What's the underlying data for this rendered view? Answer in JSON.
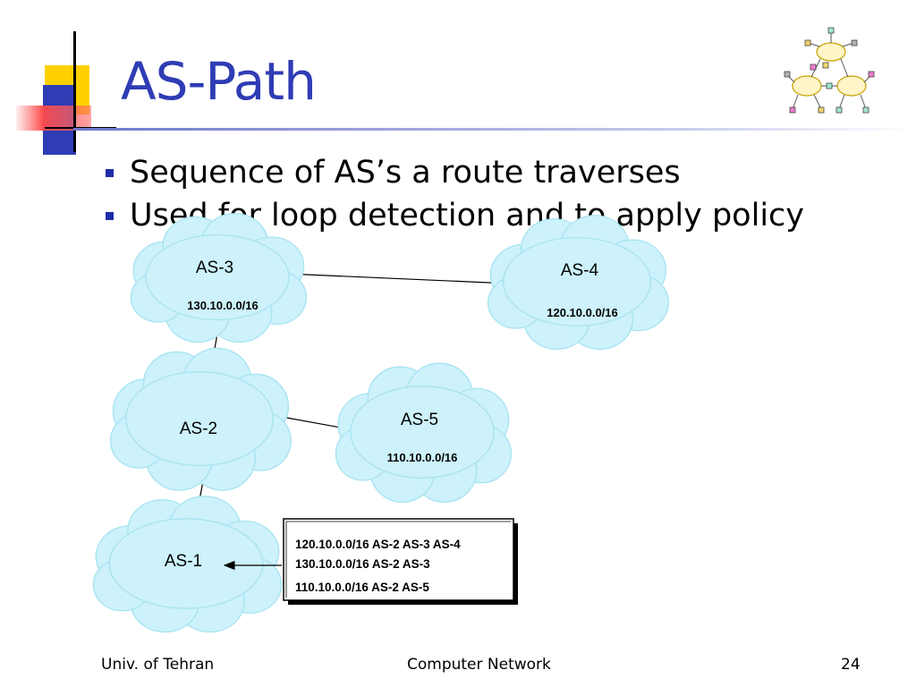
{
  "slide": {
    "title": "AS-Path",
    "bullets": [
      "Sequence of AS’s a route traverses",
      "Used for loop detection and to apply policy"
    ],
    "footer": {
      "left": "Univ. of Tehran",
      "center": "Computer Network",
      "right": "24"
    }
  },
  "diagram": {
    "nodes": [
      {
        "id": "as3",
        "label": "AS-3",
        "prefix": "130.10.0.0/16"
      },
      {
        "id": "as4",
        "label": "AS-4",
        "prefix": "120.10.0.0/16"
      },
      {
        "id": "as2",
        "label": "AS-2",
        "prefix": ""
      },
      {
        "id": "as5",
        "label": "AS-5",
        "prefix": "110.10.0.0/16"
      },
      {
        "id": "as1",
        "label": "AS-1",
        "prefix": ""
      }
    ],
    "links": [
      [
        "as3",
        "as4"
      ],
      [
        "as3",
        "as2"
      ],
      [
        "as2",
        "as5"
      ],
      [
        "as2",
        "as1"
      ]
    ],
    "routing_table": [
      "120.10.0.0/16 AS-2 AS-3 AS-4",
      "130.10.0.0/16 AS-2 AS-3",
      "110.10.0.0/16 AS-2 AS-5"
    ]
  },
  "colors": {
    "title": "#2f3cb4",
    "cloud_fill": "#cdf2fb",
    "cloud_stroke": "#a9e3f2",
    "bullet": "#1f2ca8",
    "deco_yellow": "#ffd000",
    "deco_blue": "#2f3cb4",
    "deco_red": "#ff5a5a"
  }
}
